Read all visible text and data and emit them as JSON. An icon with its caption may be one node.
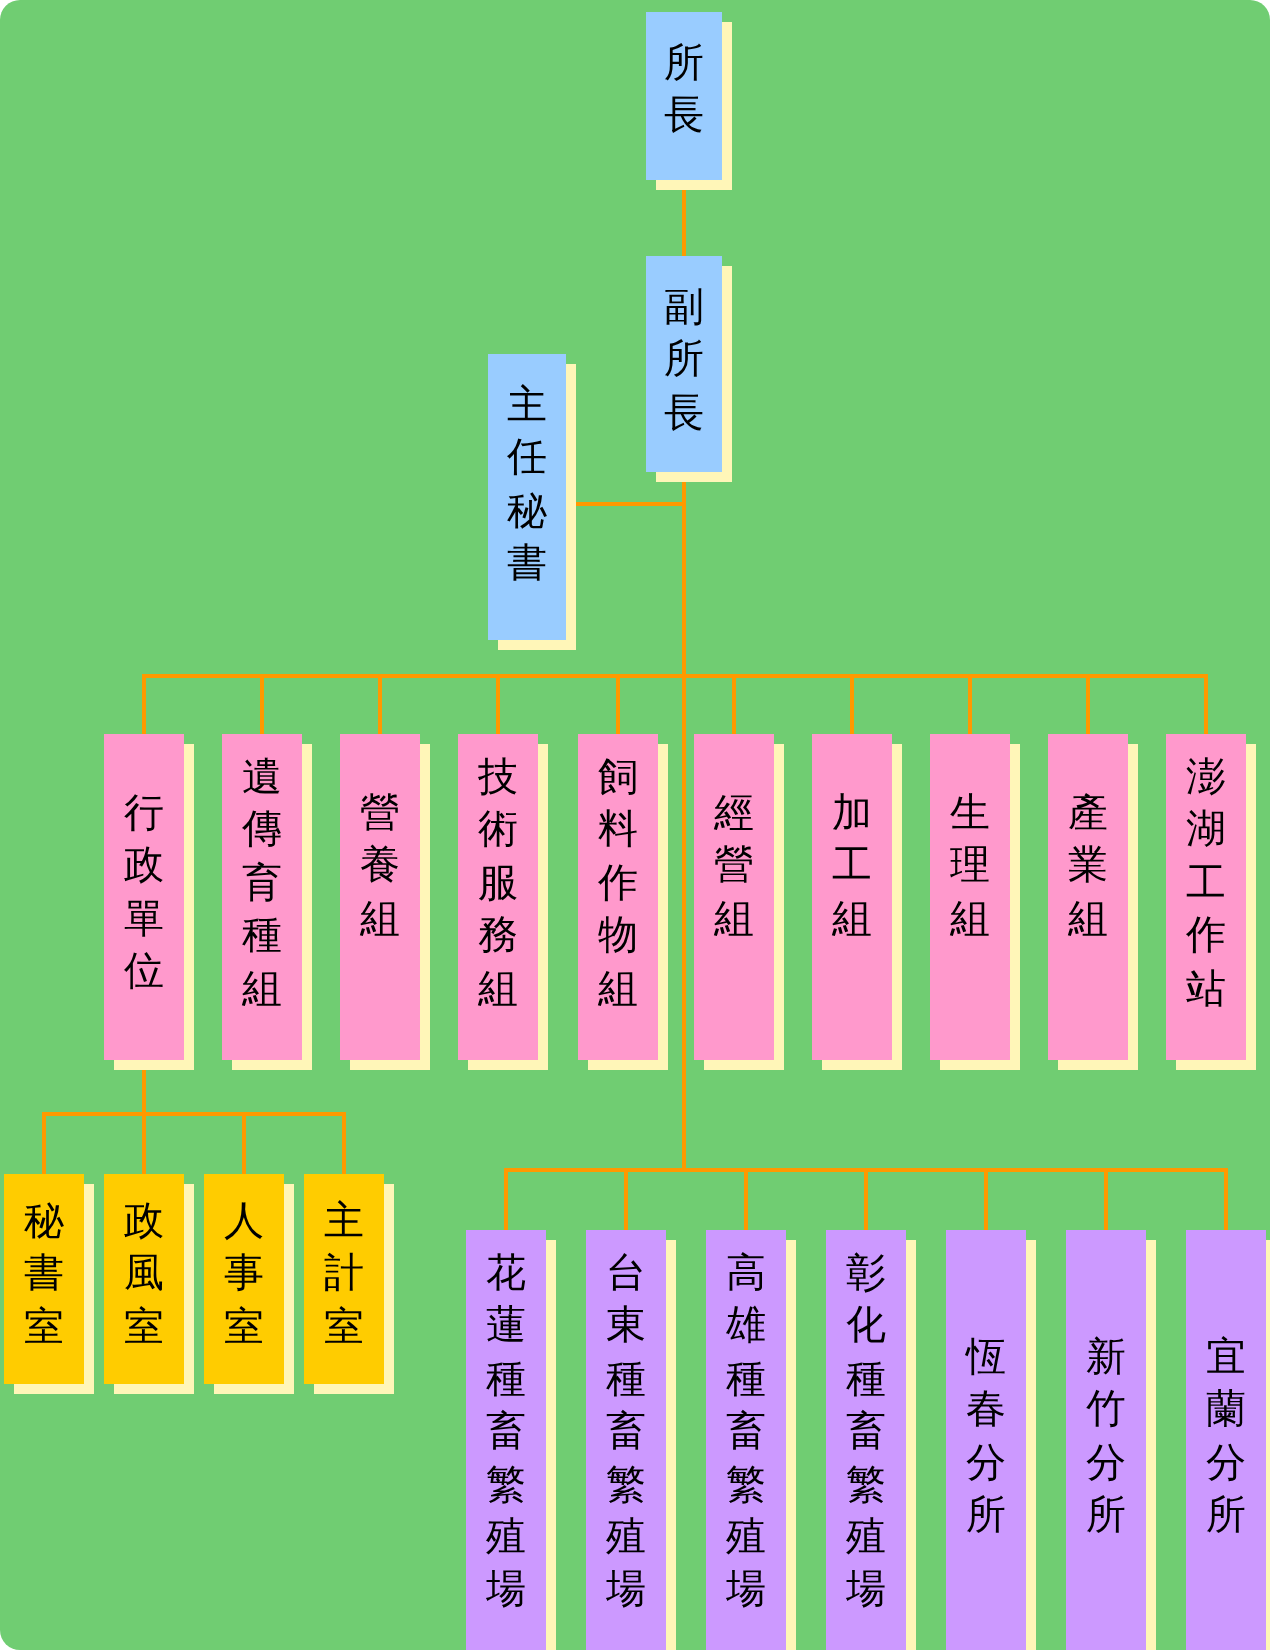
{
  "diagram": {
    "nodes": [
      {
        "text": [
          "所長"
        ]
      },
      {
        "text": [
          "副所長"
        ]
      },
      {
        "text": [
          "主任秘書"
        ]
      },
      {
        "text": [
          "行政單位"
        ]
      },
      {
        "text": [
          "遺傳育種組"
        ]
      },
      {
        "text": [
          "營養組"
        ]
      },
      {
        "text": [
          "技術服務組"
        ]
      },
      {
        "text": [
          "飼料作物組"
        ]
      },
      {
        "text": [
          "經營組"
        ]
      },
      {
        "text": [
          "加工組"
        ]
      },
      {
        "text": [
          "生理組"
        ]
      },
      {
        "text": [
          "產業組"
        ]
      },
      {
        "text": [
          "澎湖工作站"
        ]
      },
      {
        "text": [
          "秘書室"
        ]
      },
      {
        "text": [
          "政風室"
        ]
      },
      {
        "text": [
          "人事室"
        ]
      },
      {
        "text": [
          "主計室"
        ]
      },
      {
        "text": [
          "花蓮種畜繁殖場"
        ]
      },
      {
        "text": [
          "台東種畜繁殖場"
        ]
      },
      {
        "text": [
          "高雄種畜繁殖場"
        ]
      },
      {
        "text": [
          "彰化種畜繁殖場"
        ]
      },
      {
        "text": [
          "恆春分所"
        ]
      },
      {
        "text": [
          "新竹分所"
        ]
      },
      {
        "text": [
          "宜蘭分所"
        ]
      }
    ],
    "edges": [
      {
        "from": 0,
        "to": 1,
        "arrow": "none"
      },
      {
        "from": 1,
        "to": 2,
        "arrow": "none"
      },
      {
        "from": 1,
        "to": 3,
        "arrow": "none"
      },
      {
        "from": 1,
        "to": 4,
        "arrow": "none"
      },
      {
        "from": 1,
        "to": 5,
        "arrow": "none"
      },
      {
        "from": 1,
        "to": 6,
        "arrow": "none"
      },
      {
        "from": 1,
        "to": 7,
        "arrow": "none"
      },
      {
        "from": 1,
        "to": 8,
        "arrow": "none"
      },
      {
        "from": 1,
        "to": 9,
        "arrow": "none"
      },
      {
        "from": 1,
        "to": 10,
        "arrow": "none"
      },
      {
        "from": 1,
        "to": 11,
        "arrow": "none"
      },
      {
        "from": 1,
        "to": 12,
        "arrow": "none"
      },
      {
        "from": 3,
        "to": 13,
        "arrow": "none"
      },
      {
        "from": 3,
        "to": 14,
        "arrow": "none"
      },
      {
        "from": 3,
        "to": 15,
        "arrow": "none"
      },
      {
        "from": 3,
        "to": 16,
        "arrow": "none"
      },
      {
        "from": 1,
        "to": 17,
        "arrow": "none"
      },
      {
        "from": 1,
        "to": 18,
        "arrow": "none"
      },
      {
        "from": 1,
        "to": 19,
        "arrow": "none"
      },
      {
        "from": 1,
        "to": 20,
        "arrow": "none"
      },
      {
        "from": 1,
        "to": 21,
        "arrow": "none"
      },
      {
        "from": 1,
        "to": 22,
        "arrow": "none"
      },
      {
        "from": 1,
        "to": 23,
        "arrow": "none"
      }
    ]
  }
}
